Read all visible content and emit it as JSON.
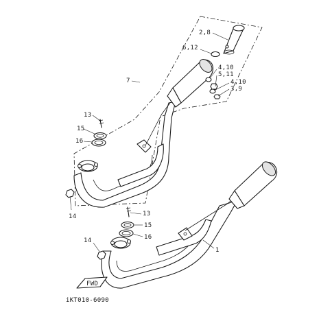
{
  "diagram": {
    "labels": {
      "l_2_8": "2,8",
      "l_6_12": "6,12",
      "l_7": "7",
      "l_4_10_a": "4,10",
      "l_5_11": "5,11",
      "l_4_10_b": "4,10",
      "l_3_9": "3,9",
      "l_13_a": "13",
      "l_15_a": "15",
      "l_16_a": "16",
      "l_14_a": "14",
      "l_13_b": "13",
      "l_15_b": "15",
      "l_16_b": "16",
      "l_14_b": "14",
      "l_1": "1",
      "fwd": "FWD",
      "code": "iKT010-6090"
    }
  }
}
